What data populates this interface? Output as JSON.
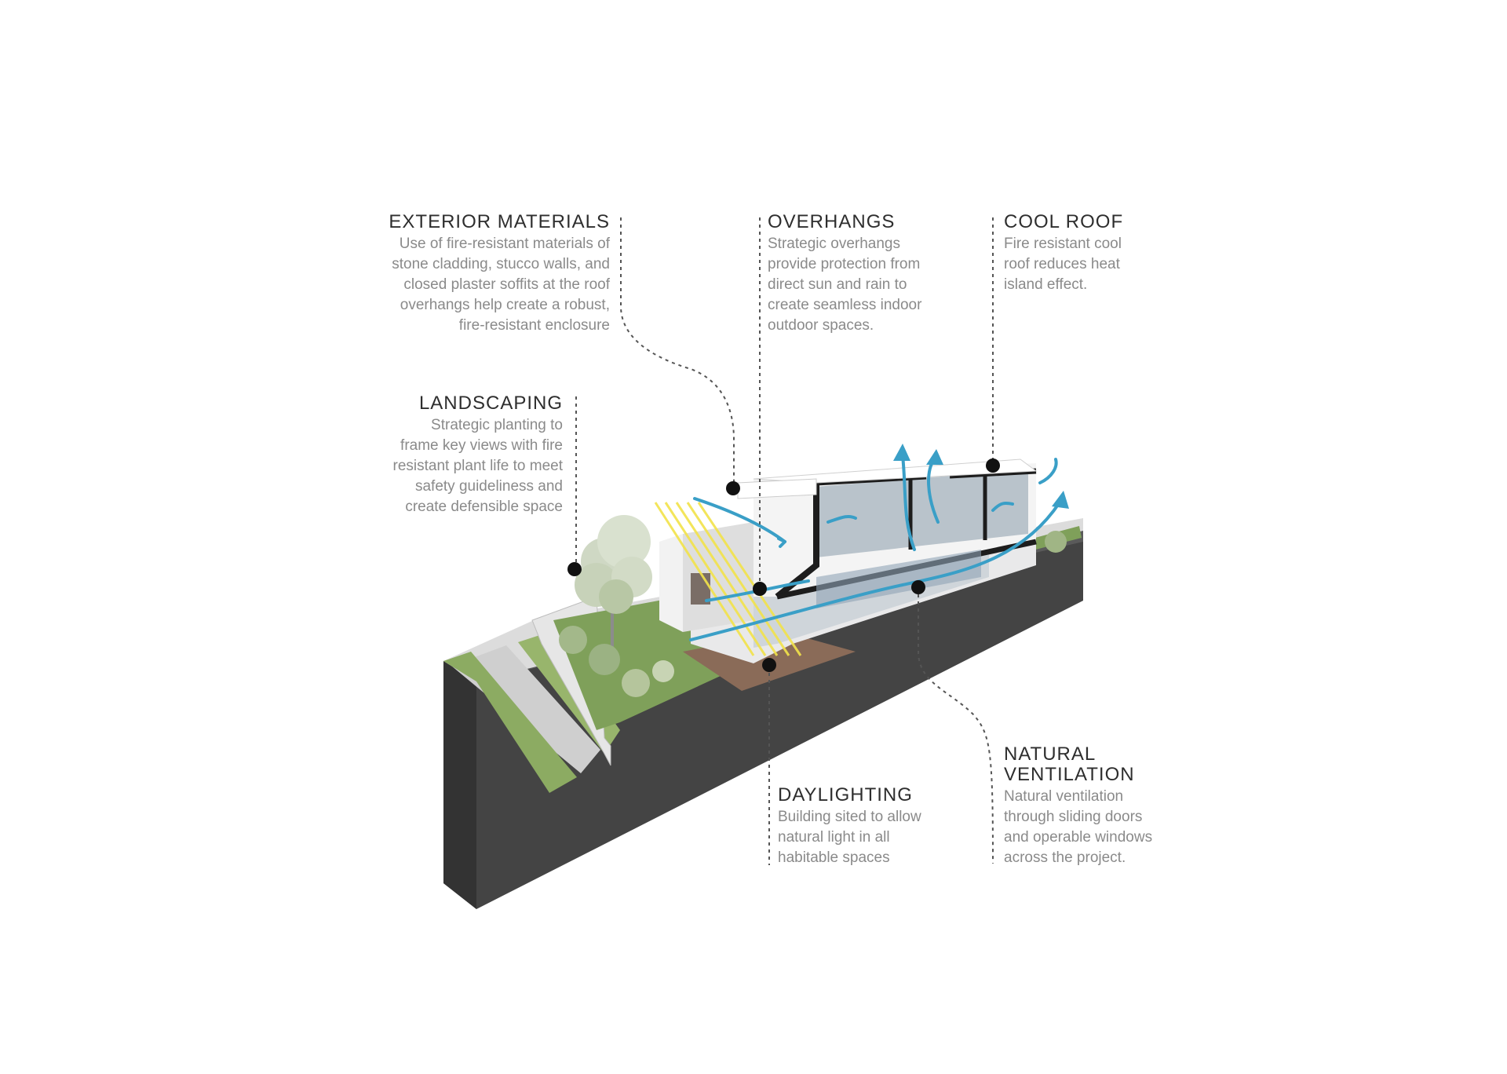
{
  "callouts": {
    "exterior_materials": {
      "title": "EXTERIOR MATERIALS",
      "body": "Use of fire-resistant materials of\nstone cladding, stucco walls, and\nclosed plaster soffits at the roof\noverhangs help create a robust,\nfire-resistant enclosure"
    },
    "overhangs": {
      "title": "OVERHANGS",
      "body": "Strategic overhangs\nprovide protection from\ndirect sun and rain to\ncreate seamless indoor\noutdoor spaces."
    },
    "cool_roof": {
      "title": "COOL ROOF",
      "body": "Fire resistant cool\nroof reduces heat\nisland effect."
    },
    "landscaping": {
      "title": "LANDSCAPING",
      "body": "Strategic planting to\nframe key views  with fire\nresistant plant life to meet\nsafety guideliness and\ncreate defensible space"
    },
    "daylighting": {
      "title": "DAYLIGHTING",
      "body": "Building sited to allow\nnatural light in all\nhabitable spaces"
    },
    "natural_ventilation": {
      "title": "NATURAL\nVENTILATION",
      "body": "Natural ventilation\nthrough sliding doors\nand operable windows\nacross the project."
    }
  },
  "colors": {
    "airflow": "#3a9fc7",
    "sunlight": "#f2e34a",
    "ground_section": "#444444",
    "marker": "#111111",
    "grass": "#7fa05a"
  }
}
